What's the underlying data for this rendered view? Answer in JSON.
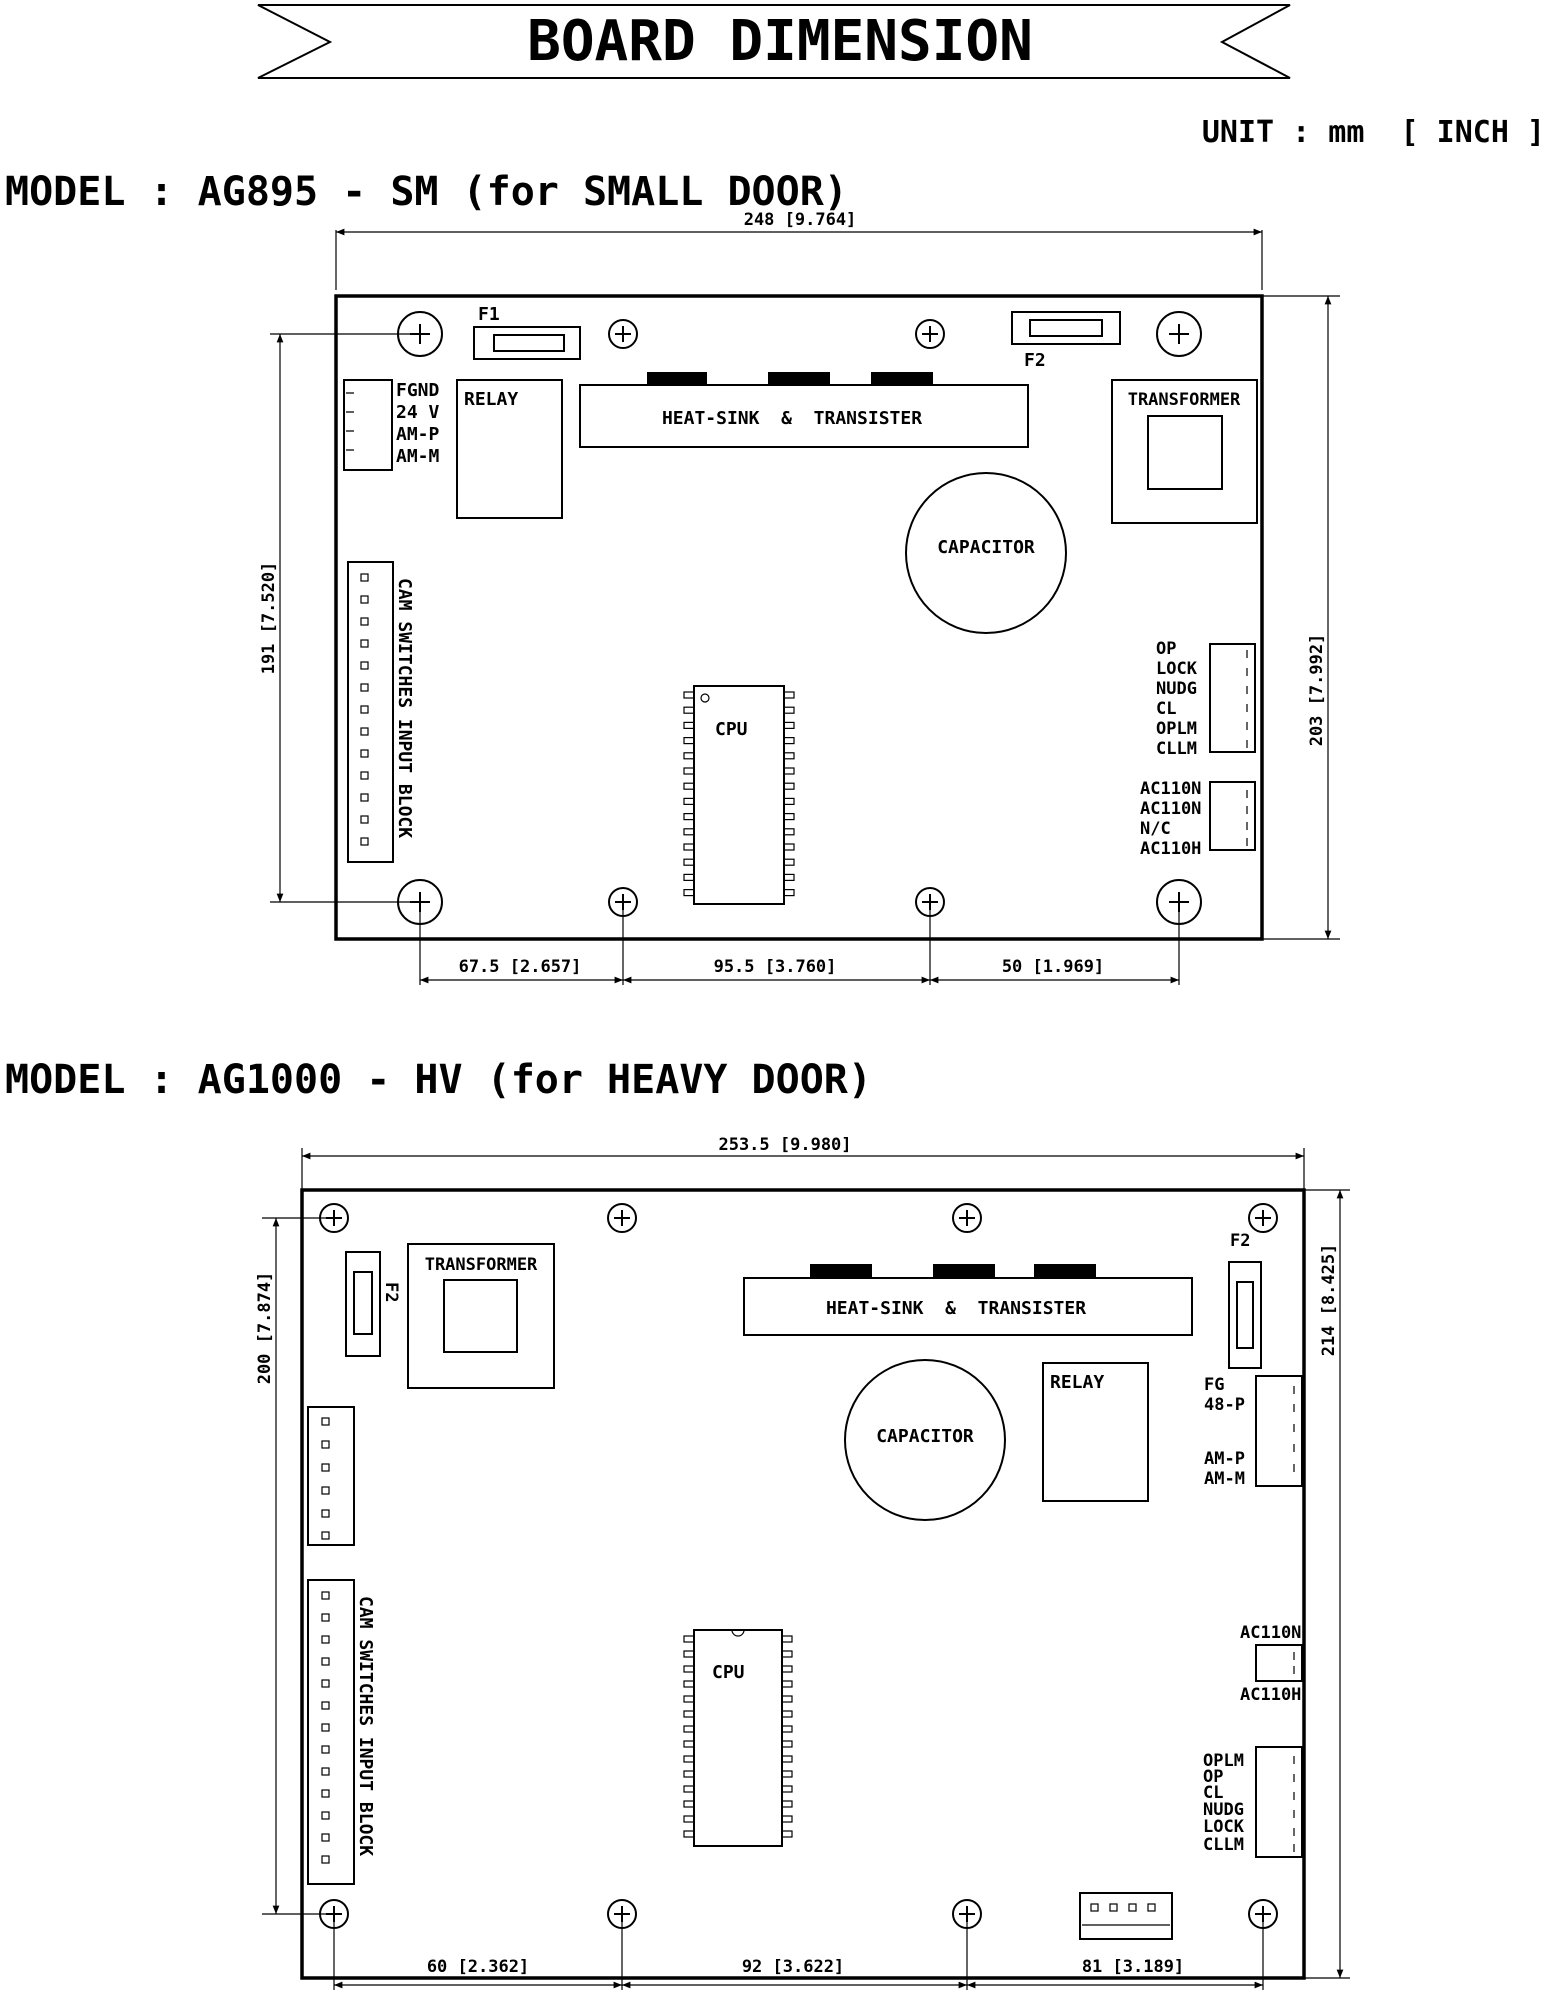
{
  "title": "BOARD DIMENSION",
  "unit": "UNIT : mm  [ INCH ]",
  "boards": [
    {
      "model": "MODEL : AG895 - SM (for SMALL DOOR)",
      "dims": {
        "width": "248 [9.764]",
        "height": "203 [7.992]",
        "hole_height": "191 [7.520]",
        "seg1": "67.5 [2.657]",
        "seg2": "95.5 [3.760]",
        "seg3": "50 [1.969]"
      },
      "labels": {
        "f1": "F1",
        "f2": "F2",
        "relay": "RELAY",
        "heatsink": "HEAT-SINK  &  TRANSISTER",
        "transformer": "TRANSFORMER",
        "capacitor": "CAPACITOR",
        "cpu": "CPU",
        "cam": "CAM SWITCHES INPUT BLOCK",
        "power_pins": [
          "FGND",
          "24 V",
          "AM-P",
          "AM-M"
        ],
        "output_pins": [
          "OP",
          "LOCK",
          "NUDG",
          "CL",
          "OPLM",
          "CLLM"
        ],
        "ac_pins": [
          "AC110N",
          "AC110N",
          "N/C",
          "AC110H"
        ]
      }
    },
    {
      "model": "MODEL : AG1000 - HV (for HEAVY DOOR)",
      "dims": {
        "width": "253.5 [9.980]",
        "height": "214 [8.425]",
        "hole_height": "200 [7.874]",
        "seg1": "60 [2.362]",
        "seg2": "92 [3.622]",
        "seg3": "81 [3.189]"
      },
      "labels": {
        "f2a": "F2",
        "f2b": "F2",
        "relay": "RELAY",
        "heatsink": "HEAT-SINK  &  TRANSISTER",
        "transformer": "TRANSFORMER",
        "capacitor": "CAPACITOR",
        "cpu": "CPU",
        "cam": "CAM SWITCHES INPUT BLOCK",
        "power_pins": [
          "FG",
          "48-P",
          "AM-P",
          "AM-M"
        ],
        "ac_top": "AC110N",
        "ac_bottom": "AC110H",
        "output_pins": [
          "OPLM",
          "OP",
          "CL",
          "NUDG",
          "LOCK",
          "CLLM"
        ]
      }
    }
  ]
}
